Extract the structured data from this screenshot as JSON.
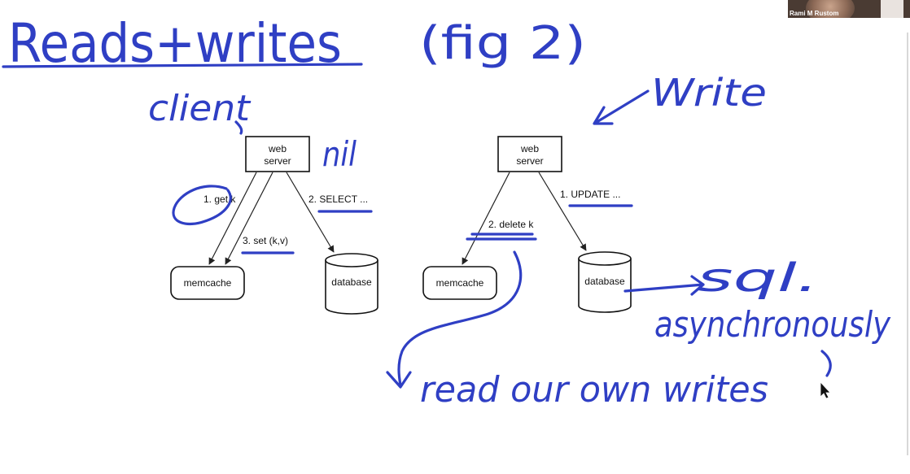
{
  "left_diagram": {
    "web_server_line1": "web",
    "web_server_line2": "server",
    "memcache": "memcache",
    "database": "database",
    "edge_get": "1. get k",
    "edge_select": "2. SELECT ...",
    "edge_set": "3. set (k,v)"
  },
  "right_diagram": {
    "web_server_line1": "web",
    "web_server_line2": "server",
    "memcache": "memcache",
    "database": "database",
    "edge_update": "1. UPDATE ...",
    "edge_delete": "2. delete k"
  },
  "handwriting": {
    "title": "Reads+writes",
    "fig": "(fig 2)",
    "client": "client",
    "nil": "nil",
    "write": "Write",
    "sql": "sql.",
    "async": "asynchronously",
    "read_own": "read our own writes"
  },
  "video": {
    "participant_name": "Rami M Rustom"
  },
  "colors": {
    "ink": "#2f3fc4",
    "diagram": "#111111"
  }
}
